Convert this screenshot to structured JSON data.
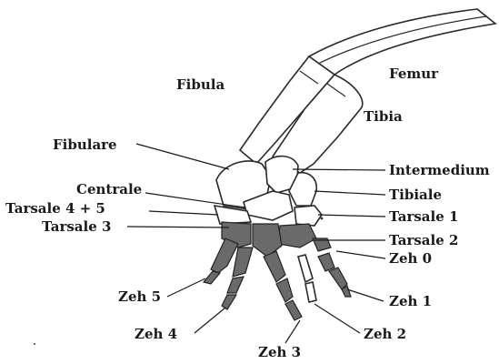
{
  "labels": {
    "fibula": "Fibula",
    "femur": "Femur",
    "tibia": "Tibia",
    "fibulare": "Fibulare",
    "intermedium": "Intermedium",
    "centrale": "Centrale",
    "tibiale": "Tibiale",
    "tarsale45": "Tarsale 4 + 5",
    "tarsale1": "Tarsale 1",
    "tarsale3": "Tarsale 3",
    "tarsale2": "Tarsale 2",
    "zeh0": "Zeh 0",
    "zeh5": "Zeh 5",
    "zeh1": "Zeh 1",
    "zeh4": "Zeh 4",
    "zeh2": "Zeh 2",
    "zeh3": "Zeh 3"
  }
}
